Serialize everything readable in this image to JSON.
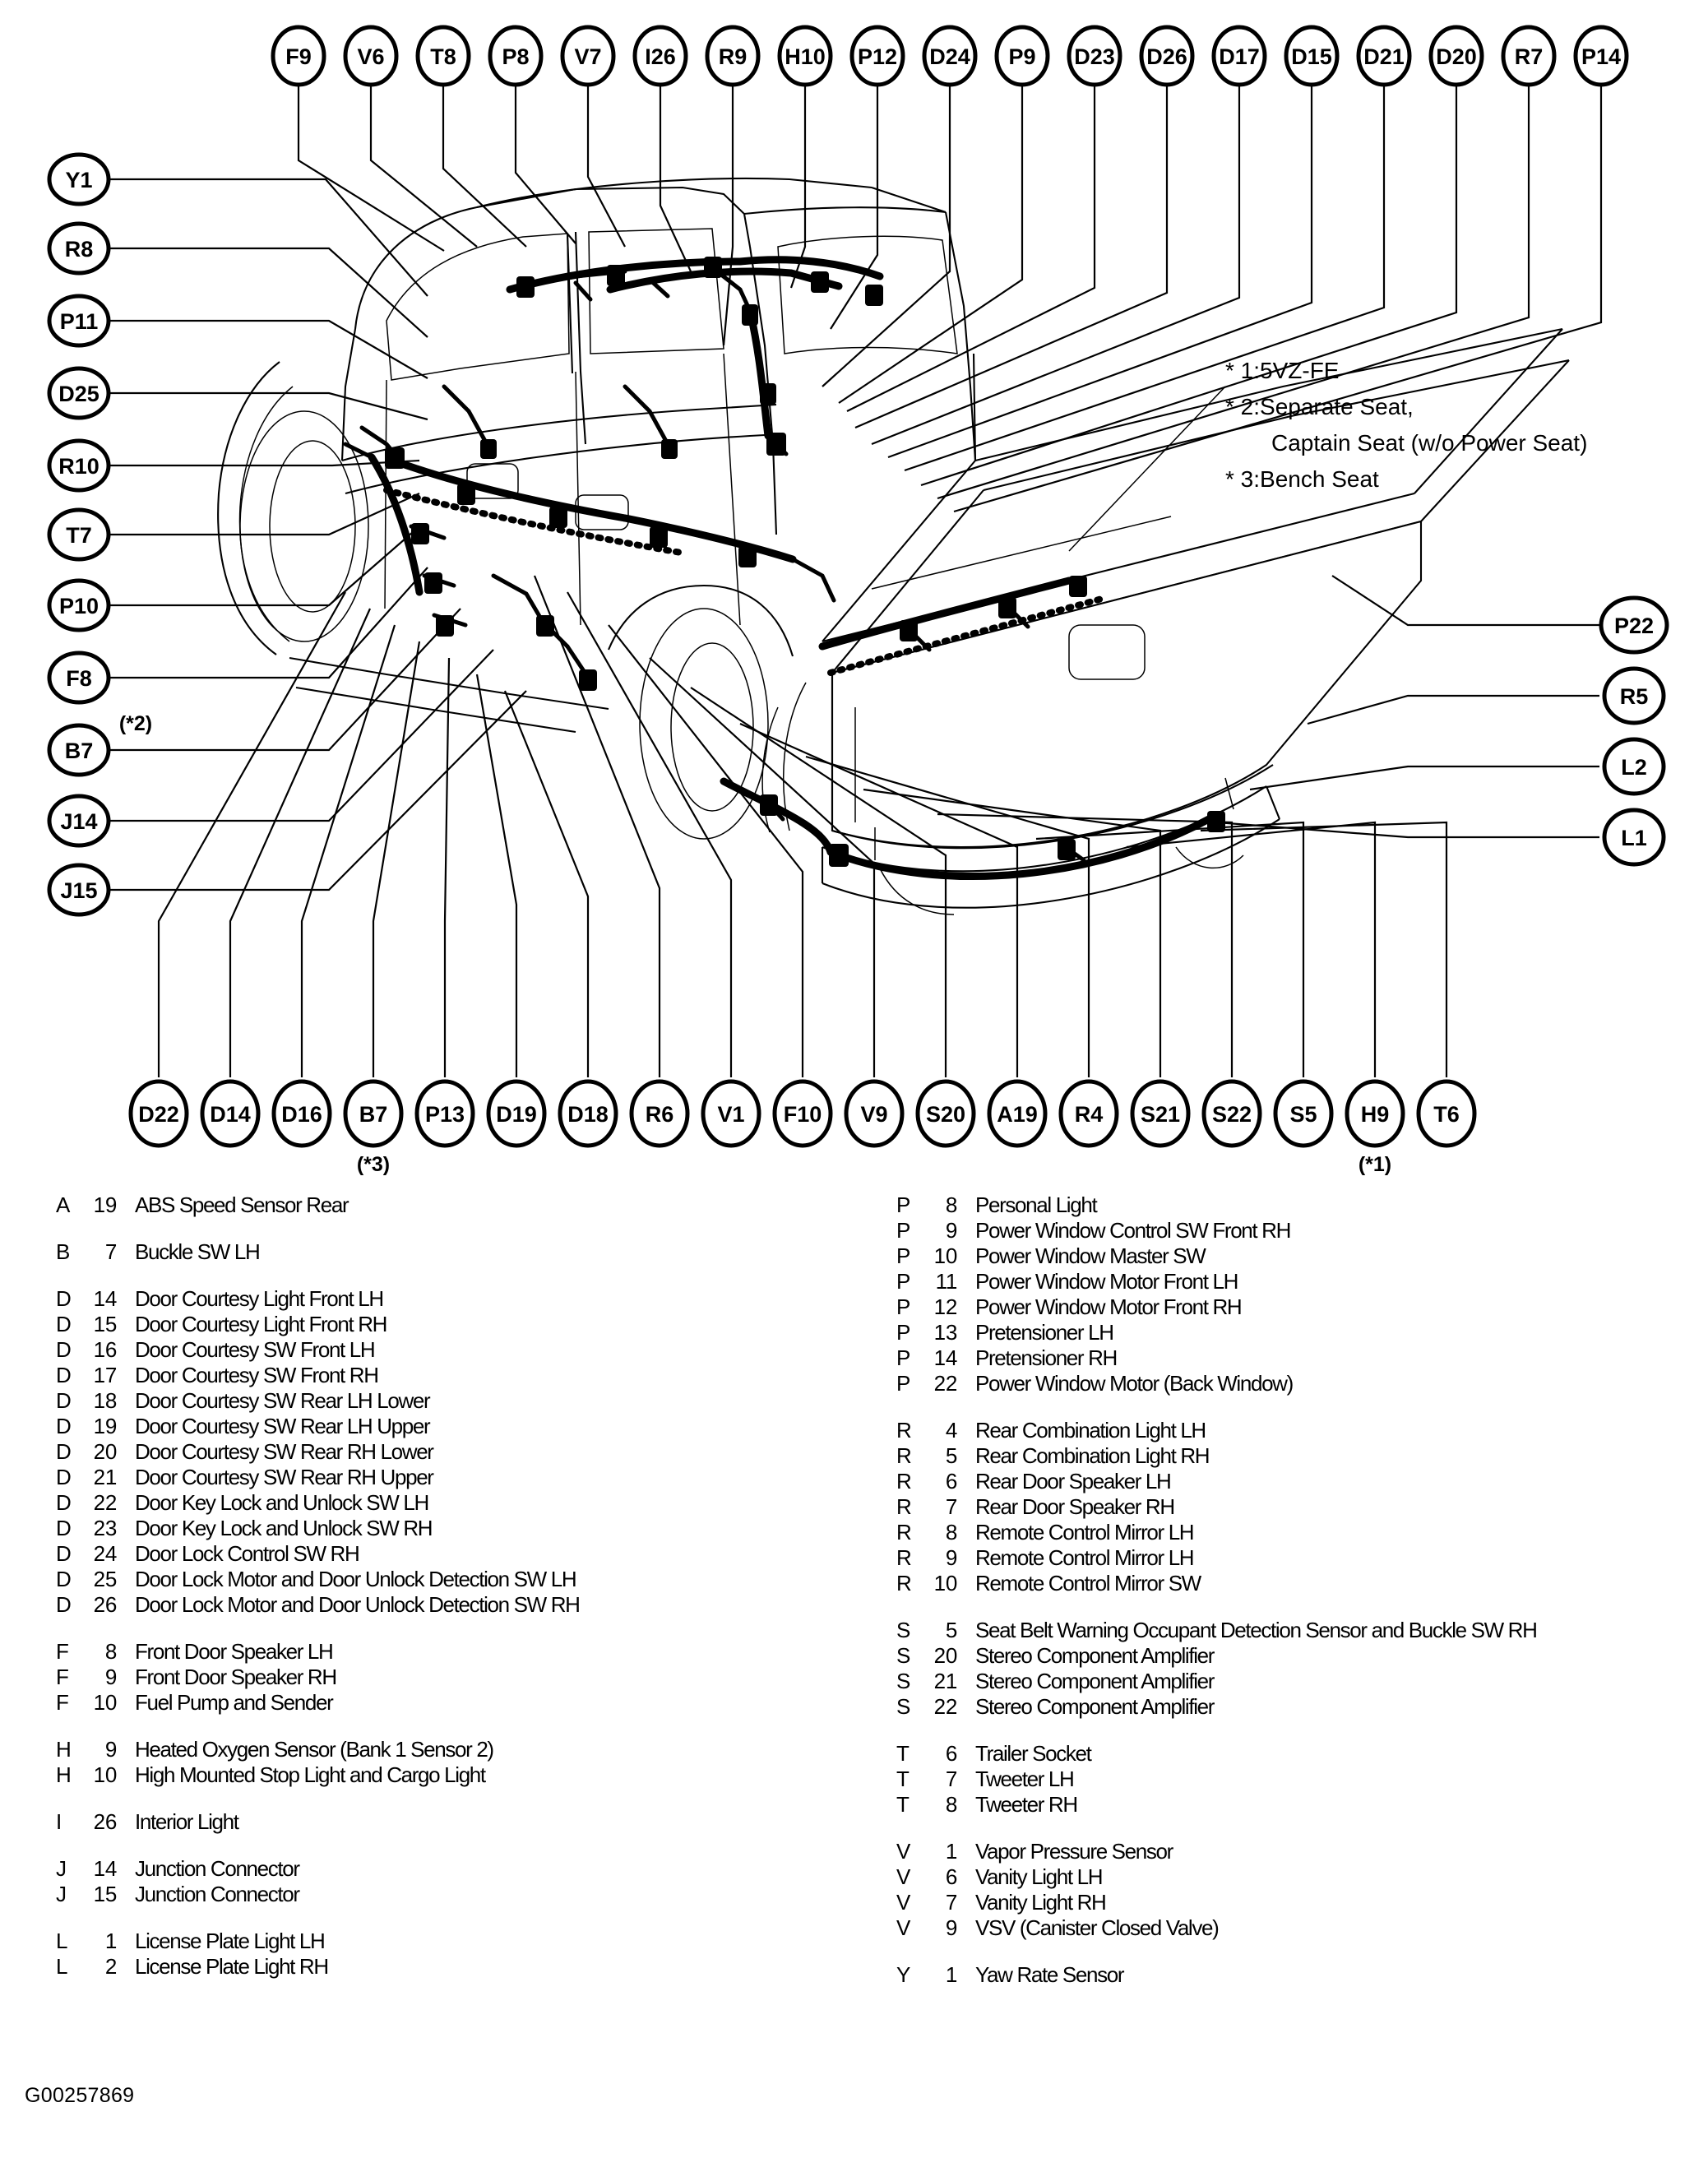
{
  "document": {
    "footer_code": "G00257869"
  },
  "notes": [
    "* 1:5VZ-FE",
    "* 2:Separate Seat,",
    "Captain Seat (w/o Power Seat)",
    "* 3:Bench Seat"
  ],
  "callouts": {
    "top_row": [
      {
        "id": "F9"
      },
      {
        "id": "V6"
      },
      {
        "id": "T8"
      },
      {
        "id": "P8"
      },
      {
        "id": "V7"
      },
      {
        "id": "I26"
      },
      {
        "id": "R9"
      },
      {
        "id": "H10"
      },
      {
        "id": "P12"
      },
      {
        "id": "D24"
      },
      {
        "id": "P9"
      },
      {
        "id": "D23"
      },
      {
        "id": "D26"
      },
      {
        "id": "D17"
      },
      {
        "id": "D15"
      },
      {
        "id": "D21"
      },
      {
        "id": "D20"
      },
      {
        "id": "R7"
      },
      {
        "id": "P14"
      }
    ],
    "left_column": [
      {
        "id": "Y1",
        "mark": ""
      },
      {
        "id": "R8",
        "mark": ""
      },
      {
        "id": "P11",
        "mark": ""
      },
      {
        "id": "D25",
        "mark": ""
      },
      {
        "id": "R10",
        "mark": ""
      },
      {
        "id": "T7",
        "mark": ""
      },
      {
        "id": "P10",
        "mark": ""
      },
      {
        "id": "F8",
        "mark": ""
      },
      {
        "id": "B7",
        "mark": "(*2)"
      },
      {
        "id": "J14",
        "mark": ""
      },
      {
        "id": "J15",
        "mark": ""
      }
    ],
    "right_column": [
      {
        "id": "P22"
      },
      {
        "id": "R5"
      },
      {
        "id": "L2"
      },
      {
        "id": "L1"
      }
    ],
    "bottom_row": [
      {
        "id": "D22",
        "mark": ""
      },
      {
        "id": "D14",
        "mark": ""
      },
      {
        "id": "D16",
        "mark": ""
      },
      {
        "id": "B7",
        "mark": "(*3)"
      },
      {
        "id": "P13",
        "mark": ""
      },
      {
        "id": "D19",
        "mark": ""
      },
      {
        "id": "D18",
        "mark": ""
      },
      {
        "id": "R6",
        "mark": ""
      },
      {
        "id": "V1",
        "mark": ""
      },
      {
        "id": "F10",
        "mark": ""
      },
      {
        "id": "V9",
        "mark": ""
      },
      {
        "id": "S20",
        "mark": ""
      },
      {
        "id": "A19",
        "mark": ""
      },
      {
        "id": "R4",
        "mark": ""
      },
      {
        "id": "S21",
        "mark": ""
      },
      {
        "id": "S22",
        "mark": ""
      },
      {
        "id": "S5",
        "mark": ""
      },
      {
        "id": "H9",
        "mark": "(*1)"
      },
      {
        "id": "T6",
        "mark": ""
      }
    ]
  },
  "legend": {
    "left_groups": [
      {
        "items": [
          {
            "letter": "A",
            "num": "19",
            "desc": "ABS Speed Sensor Rear"
          }
        ]
      },
      {
        "items": [
          {
            "letter": "B",
            "num": "7",
            "desc": "Buckle SW LH"
          }
        ]
      },
      {
        "items": [
          {
            "letter": "D",
            "num": "14",
            "desc": "Door Courtesy Light Front LH"
          },
          {
            "letter": "D",
            "num": "15",
            "desc": "Door Courtesy Light Front RH"
          },
          {
            "letter": "D",
            "num": "16",
            "desc": "Door Courtesy SW Front LH"
          },
          {
            "letter": "D",
            "num": "17",
            "desc": "Door Courtesy SW Front RH"
          },
          {
            "letter": "D",
            "num": "18",
            "desc": "Door Courtesy SW Rear LH Lower"
          },
          {
            "letter": "D",
            "num": "19",
            "desc": "Door Courtesy SW Rear LH Upper"
          },
          {
            "letter": "D",
            "num": "20",
            "desc": "Door Courtesy SW Rear RH Lower"
          },
          {
            "letter": "D",
            "num": "21",
            "desc": "Door Courtesy SW Rear RH Upper"
          },
          {
            "letter": "D",
            "num": "22",
            "desc": "Door Key Lock and Unlock SW LH"
          },
          {
            "letter": "D",
            "num": "23",
            "desc": "Door Key Lock and Unlock SW RH"
          },
          {
            "letter": "D",
            "num": "24",
            "desc": "Door Lock Control SW RH"
          },
          {
            "letter": "D",
            "num": "25",
            "desc": "Door Lock Motor and Door Unlock Detection SW LH"
          },
          {
            "letter": "D",
            "num": "26",
            "desc": "Door Lock Motor and Door Unlock Detection SW RH"
          }
        ]
      },
      {
        "items": [
          {
            "letter": "F",
            "num": "8",
            "desc": "Front Door Speaker LH"
          },
          {
            "letter": "F",
            "num": "9",
            "desc": "Front Door Speaker RH"
          },
          {
            "letter": "F",
            "num": "10",
            "desc": "Fuel Pump and Sender"
          }
        ]
      },
      {
        "items": [
          {
            "letter": "H",
            "num": "9",
            "desc": "Heated Oxygen Sensor (Bank 1 Sensor 2)"
          },
          {
            "letter": "H",
            "num": "10",
            "desc": "High Mounted Stop Light and Cargo Light"
          }
        ]
      },
      {
        "items": [
          {
            "letter": "I",
            "num": "26",
            "desc": "Interior Light"
          }
        ]
      },
      {
        "items": [
          {
            "letter": "J",
            "num": "14",
            "desc": "Junction Connector"
          },
          {
            "letter": "J",
            "num": "15",
            "desc": "Junction Connector"
          }
        ]
      },
      {
        "items": [
          {
            "letter": "L",
            "num": "1",
            "desc": "License Plate Light LH"
          },
          {
            "letter": "L",
            "num": "2",
            "desc": "License Plate Light RH"
          }
        ]
      }
    ],
    "right_groups": [
      {
        "items": [
          {
            "letter": "P",
            "num": "8",
            "desc": "Personal Light"
          },
          {
            "letter": "P",
            "num": "9",
            "desc": "Power Window Control SW Front RH"
          },
          {
            "letter": "P",
            "num": "10",
            "desc": "Power Window Master SW"
          },
          {
            "letter": "P",
            "num": "11",
            "desc": "Power Window Motor Front LH"
          },
          {
            "letter": "P",
            "num": "12",
            "desc": "Power Window Motor Front RH"
          },
          {
            "letter": "P",
            "num": "13",
            "desc": "Pretensioner LH"
          },
          {
            "letter": "P",
            "num": "14",
            "desc": "Pretensioner RH"
          },
          {
            "letter": "P",
            "num": "22",
            "desc": "Power Window Motor (Back Window)"
          }
        ]
      },
      {
        "items": [
          {
            "letter": "R",
            "num": "4",
            "desc": "Rear Combination Light LH"
          },
          {
            "letter": "R",
            "num": "5",
            "desc": "Rear Combination Light RH"
          },
          {
            "letter": "R",
            "num": "6",
            "desc": "Rear Door Speaker LH"
          },
          {
            "letter": "R",
            "num": "7",
            "desc": "Rear Door Speaker RH"
          },
          {
            "letter": "R",
            "num": "8",
            "desc": "Remote Control Mirror LH"
          },
          {
            "letter": "R",
            "num": "9",
            "desc": "Remote Control Mirror LH"
          },
          {
            "letter": "R",
            "num": "10",
            "desc": "Remote Control Mirror SW"
          }
        ]
      },
      {
        "items": [
          {
            "letter": "S",
            "num": "5",
            "desc": "Seat Belt Warning Occupant Detection Sensor and Buckle SW RH"
          },
          {
            "letter": "S",
            "num": "20",
            "desc": "Stereo Component Amplifier"
          },
          {
            "letter": "S",
            "num": "21",
            "desc": "Stereo Component Amplifier"
          },
          {
            "letter": "S",
            "num": "22",
            "desc": "Stereo Component Amplifier"
          }
        ]
      },
      {
        "items": [
          {
            "letter": "T",
            "num": "6",
            "desc": "Trailer Socket"
          },
          {
            "letter": "T",
            "num": "7",
            "desc": "Tweeter LH"
          },
          {
            "letter": "T",
            "num": "8",
            "desc": "Tweeter RH"
          }
        ]
      },
      {
        "items": [
          {
            "letter": "V",
            "num": "1",
            "desc": "Vapor Pressure Sensor"
          },
          {
            "letter": "V",
            "num": "6",
            "desc": "Vanity Light LH"
          },
          {
            "letter": "V",
            "num": "7",
            "desc": "Vanity Light RH"
          },
          {
            "letter": "V",
            "num": "9",
            "desc": "VSV (Canister Closed Valve)"
          }
        ]
      },
      {
        "items": [
          {
            "letter": "Y",
            "num": "1",
            "desc": "Yaw Rate Sensor"
          }
        ]
      }
    ]
  }
}
